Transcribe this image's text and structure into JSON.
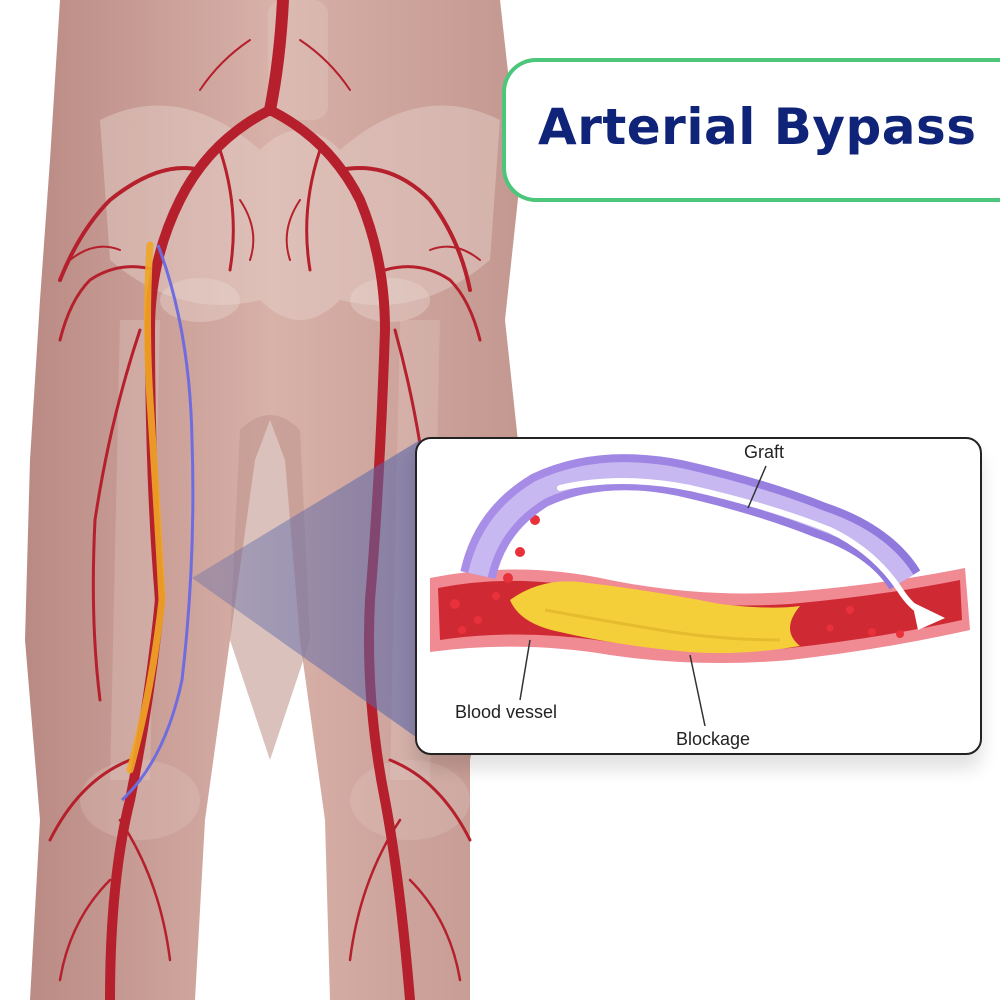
{
  "title": "Arterial Bypass",
  "labels": {
    "graft": "Graft",
    "blood_vessel": "Blood vessel",
    "blockage": "Blockage"
  },
  "colors": {
    "title_text": "#0f2478",
    "title_border": "#4cc67a",
    "skin": "#cfa49c",
    "artery": "#b5202c",
    "vessel_wall": "#f08a93",
    "blood": "#cf2a33",
    "plaque": "#f4cf3a",
    "graft": "#9a80e0",
    "graft_line": "#6f6ce0",
    "blockage_highlight": "#f0a526",
    "zoom_wedge": "#5865a8"
  }
}
